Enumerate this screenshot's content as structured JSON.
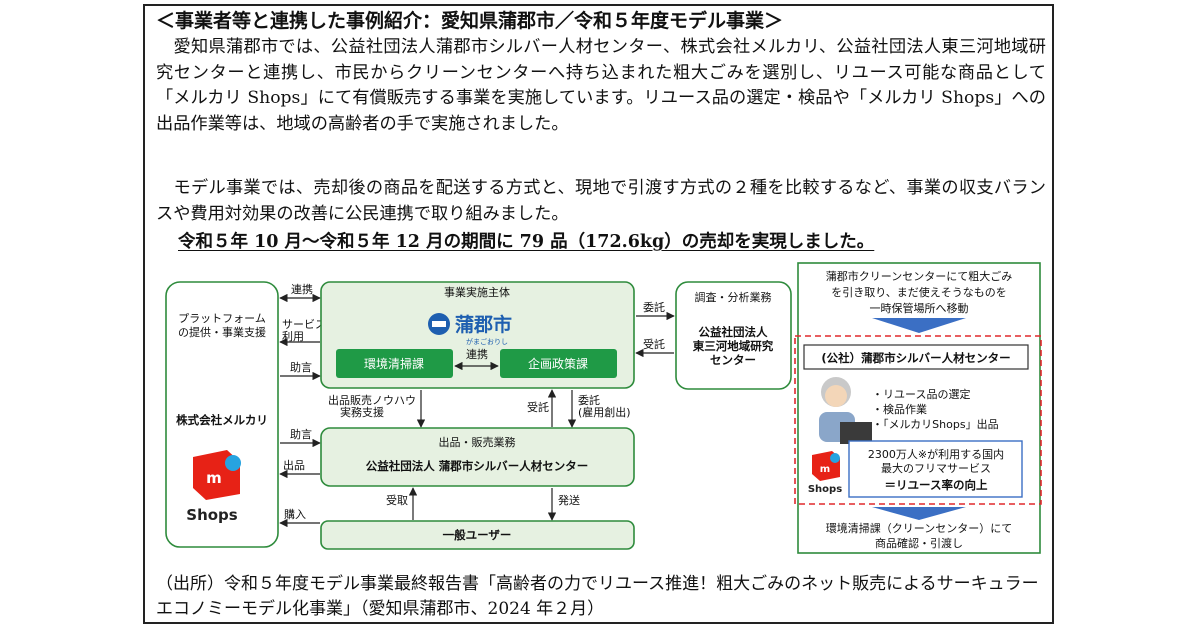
{
  "document": {
    "title": "＜事業者等と連携した事例紹介：愛知県蒲郡市／令和５年度モデル事業＞",
    "paragraph1": "　愛知県蒲郡市では、公益社団法人蒲郡市シルバー人材センター、株式会社メルカリ、公益社団法人東三河地域研究センターと連携し、市民からクリーンセンターへ持ち込まれた粗大ごみを選別し、リユース可能な商品として「メルカリ Shops」にて有償販売する事業を実施しています。リユース品の選定・検品や「メルカリ Shops」への出品作業等は、地域の高齢者の手で実施されました。",
    "paragraph2": "　モデル事業では、売却後の商品を配送する方式と、現地で引渡す方式の２種を比較するなど、事業の収支バランスや費用対効果の改善に公民連携で取り組みました。",
    "result": "令和５年 10 月～令和５年 12 月の期間に 79 品（172.6kg）の売却を実現しました。",
    "source": "（出所）令和５年度モデル事業最終報告書「高齢者の力でリユース推進！粗大ごみのネット販売によるサーキュラーエコノミーモデル化事業」（愛知県蒲郡市、2024 年２月）"
  },
  "diagram": {
    "mercari_panel": {
      "line1": "プラットフォーム",
      "line2": "の提供・事業支援",
      "company": "株式会社メルカリ",
      "logo_text": "Shops"
    },
    "arrows_left": {
      "renkei": "連携",
      "service1": "サービス",
      "service2": "利用",
      "jogen1": "助言",
      "jogen2": "助言",
      "shuppin": "出品",
      "konyu": "購入"
    },
    "main_body": {
      "label": "事業実施主体",
      "city": "蒲郡市",
      "city_kana": "がまごおりし",
      "dept1": "環境清掃課",
      "link": "連携",
      "dept2": "企画政策課"
    },
    "middle_arrows": {
      "knowhow1": "出品販売ノウハウ",
      "knowhow2": "実務支援",
      "jutaku": "受託",
      "itaku1": "委託",
      "itaku2": "(雇用創出)"
    },
    "sales": {
      "label": "出品・販売業務",
      "org": "公益社団法人 蒲郡市シルバー人材センター"
    },
    "bottom_arrows": {
      "juryo": "受取",
      "haiso": "発送"
    },
    "users": {
      "label": "一般ユーザー"
    },
    "research": {
      "label": "調査・分析業務",
      "org1": "公益社団法人",
      "org2": "東三河地域研究",
      "org3": "センター",
      "itaku": "委託",
      "jutaku": "受託"
    },
    "right_panel": {
      "top1": "蒲郡市クリーンセンターにて粗大ごみ",
      "top2": "を引き取り、まだ使えそうなものを",
      "top3": "一時保管場所へ移動",
      "center_title": "(公社）蒲郡市シルバー人材センター",
      "task1": "・リユース品の選定",
      "task2": "・検品作業",
      "task3": "・「メルカリShops」出品",
      "bubble1": "2300万人※が利用する国内",
      "bubble2": "最大のフリマサービス",
      "bubble3": "＝リユース率の向上",
      "logo_text": "Shops",
      "bottom1": "環境清掃課（クリーンセンター）にて",
      "bottom2": "商品確認・引渡し"
    }
  },
  "colors": {
    "green_border": "#2e8b3c",
    "green_fill": "#e6f1e1",
    "green_button": "#1f9a46",
    "mercari_red": "#e72216",
    "accent_blue": "#3b6fc4",
    "dashed_red": "#e0282d"
  }
}
